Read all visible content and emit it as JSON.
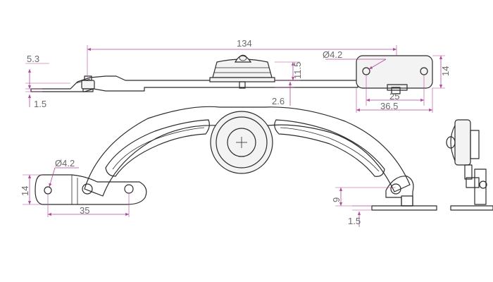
{
  "drawing": {
    "dimensions": {
      "overall_length": "134",
      "plate_thickness_top": "5.3",
      "plate_offset_top": "1.5",
      "hub_height": "11.5",
      "flange_thickness": "2.6",
      "hole_diameter_top": "Ø4.2",
      "bracket_width": "14",
      "hole_spacing_top": "25",
      "bracket_length": "36.5",
      "hole_diameter_front": "Ø4.2",
      "bracket_height_front": "14",
      "bracket_length_front": "35",
      "foot_height": "9",
      "foot_thickness": "1.5"
    },
    "colors": {
      "outline": "#2b2b2b",
      "dimension_line": "#b0479b",
      "dimension_text": "#6a6a6a"
    }
  }
}
